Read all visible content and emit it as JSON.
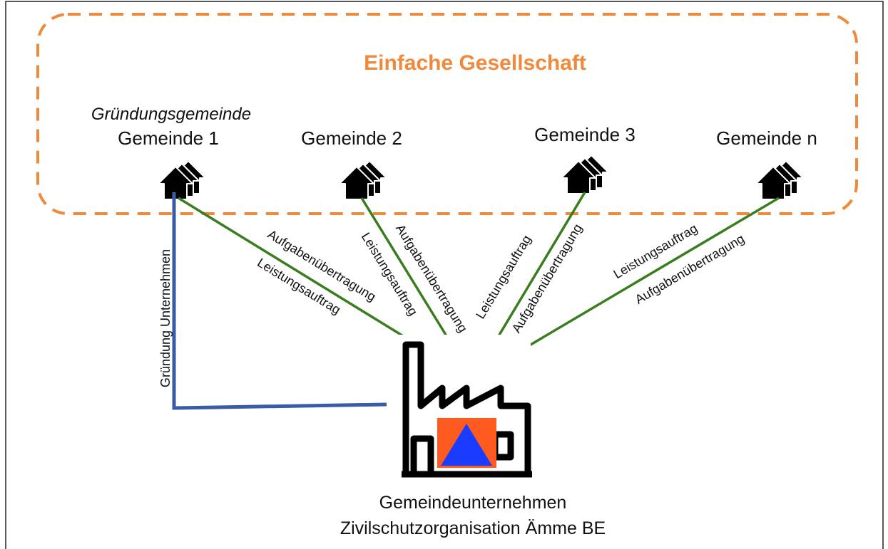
{
  "group": {
    "title": "Einfache Gesellschaft",
    "border_color": "#ef8a3d"
  },
  "founding_label": "Gründungsgemeinde",
  "municipalities": [
    {
      "label": "Gemeinde 1",
      "icon": "houses-icon"
    },
    {
      "label": "Gemeinde 2",
      "icon": "houses-icon"
    },
    {
      "label": "Gemeinde 3",
      "icon": "houses-icon"
    },
    {
      "label": "Gemeinde n",
      "icon": "houses-icon"
    }
  ],
  "edges": {
    "founding": "Gründung Unternehmen",
    "task_transfer": "Aufgabenübertragung",
    "service_order": "Leistungsauftrag"
  },
  "company": {
    "line1": "Gemeindeunternehmen",
    "line2": "Zivilschutzorganisation Ämme BE",
    "icon": "factory-icon",
    "emblem": "civil-protection-emblem",
    "emblem_square_color": "#ff5a1f",
    "emblem_triangle_color": "#1a3cff"
  },
  "colors": {
    "green_edge": "#3a7d1e",
    "blue_edge": "#3a5ba8"
  }
}
